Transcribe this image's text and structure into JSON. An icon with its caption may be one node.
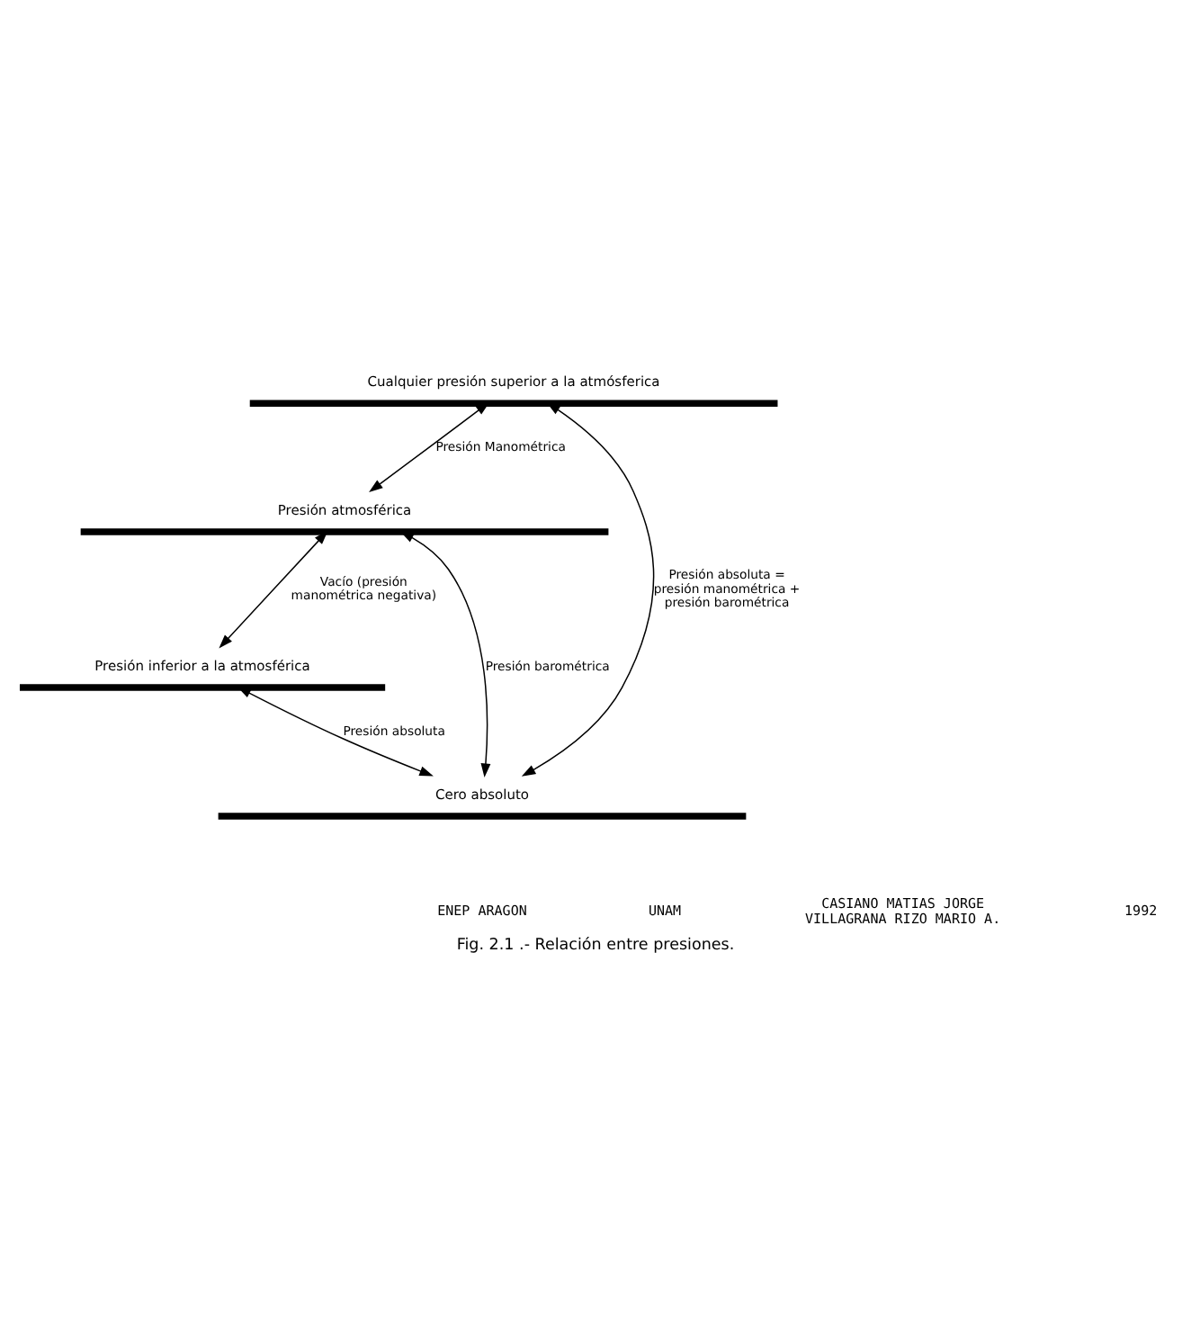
{
  "diagram": {
    "caption": "Fig. 2.1 .- Relación entre presiones.",
    "nodes": [
      {
        "text": [
          "Cualquier presión superior a la atmósferica"
        ]
      },
      {
        "text": [
          "Presión atmosférica"
        ]
      },
      {
        "text": [
          "Presión inferior a la atmosférica"
        ]
      },
      {
        "text": [
          "Cero absoluto"
        ]
      }
    ],
    "edges": [
      {
        "from": 0,
        "to": 3,
        "arrow": "both",
        "label": "Presión absoluta = presión manométrica + presión barométrica"
      },
      {
        "from": 0,
        "to": 1,
        "arrow": "both",
        "label": "Presión Manométrica"
      },
      {
        "from": 1,
        "to": 3,
        "arrow": "both",
        "label": "Presión barométrica"
      },
      {
        "from": 1,
        "to": 2,
        "arrow": "both",
        "label": "Vacío (presión manométrica negativa)"
      },
      {
        "from": 2,
        "to": 3,
        "arrow": "both",
        "label": "Presión absoluta"
      }
    ],
    "labels": [
      "ENEP ARAGON",
      "UNAM",
      "CASIANO MATIAS JORGE VILLAGRANA RIZO MARIO A.",
      "1992"
    ]
  }
}
